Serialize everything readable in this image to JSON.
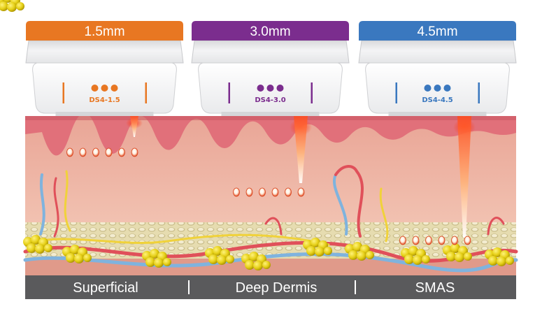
{
  "transducers": [
    {
      "depth_label": "1.5mm",
      "model": "DS4-1.5",
      "color": "#E87722"
    },
    {
      "depth_label": "3.0mm",
      "model": "DS4-3.0",
      "color": "#7B2D8E"
    },
    {
      "depth_label": "4.5mm",
      "model": "DS4-4.5",
      "color": "#3A78BF"
    }
  ],
  "layers": [
    {
      "label": "Superficial"
    },
    {
      "label": "Deep Dermis"
    },
    {
      "label": "SMAS"
    }
  ],
  "colors": {
    "epidermis": "#E0707A",
    "dermis": "#EDB3A5",
    "fat_layer": "#D8CFA6",
    "fat_lobule": "#E8D21E",
    "footer_bar": "#5A5A5C",
    "focal_point": "#F07A30"
  }
}
